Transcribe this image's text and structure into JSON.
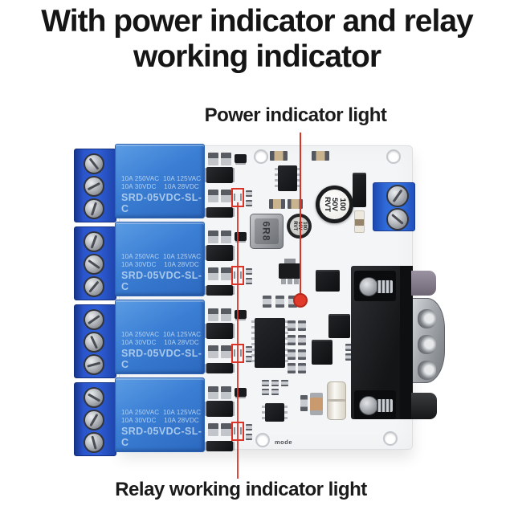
{
  "title": {
    "line1": "With power indicator and relay",
    "line2": "working indicator"
  },
  "annotations": {
    "power_label": "Power indicator light",
    "relay_label": "Relay working indicator light",
    "accent_color": "#db3427"
  },
  "board": {
    "silkscreen": "mode",
    "relays": [
      {
        "channel": 1,
        "rating_line1": "10A 250VAC  10A 125VAC",
        "rating_line2": "10A 30VDC    10A 28VDC",
        "model": "SRD-05VDC-SL-C"
      },
      {
        "channel": 2,
        "rating_line1": "10A 250VAC  10A 125VAC",
        "rating_line2": "10A 30VDC    10A 28VDC",
        "model": "SRD-05VDC-SL-C"
      },
      {
        "channel": 3,
        "rating_line1": "10A 250VAC  10A 125VAC",
        "rating_line2": "10A 30VDC    10A 28VDC",
        "model": "SRD-05VDC-SL-C"
      },
      {
        "channel": 4,
        "rating_line1": "10A 250VAC  10A 125VAC",
        "rating_line2": "10A 30VDC    10A 28VDC",
        "model": "SRD-05VDC-SL-C"
      }
    ],
    "components": {
      "main_capacitor": {
        "line1": "100",
        "line2": "50V",
        "line3": "RVT"
      },
      "small_capacitor": {
        "line1": "100",
        "line2": "16V",
        "line3": "RVT"
      },
      "inductor_label": "6R8"
    },
    "colors": {
      "relay_blue": "#3a7ed4",
      "terminal_blue": "#2a55cc",
      "pcb_white": "#f4f5f7",
      "accent_red": "#db3427"
    }
  }
}
